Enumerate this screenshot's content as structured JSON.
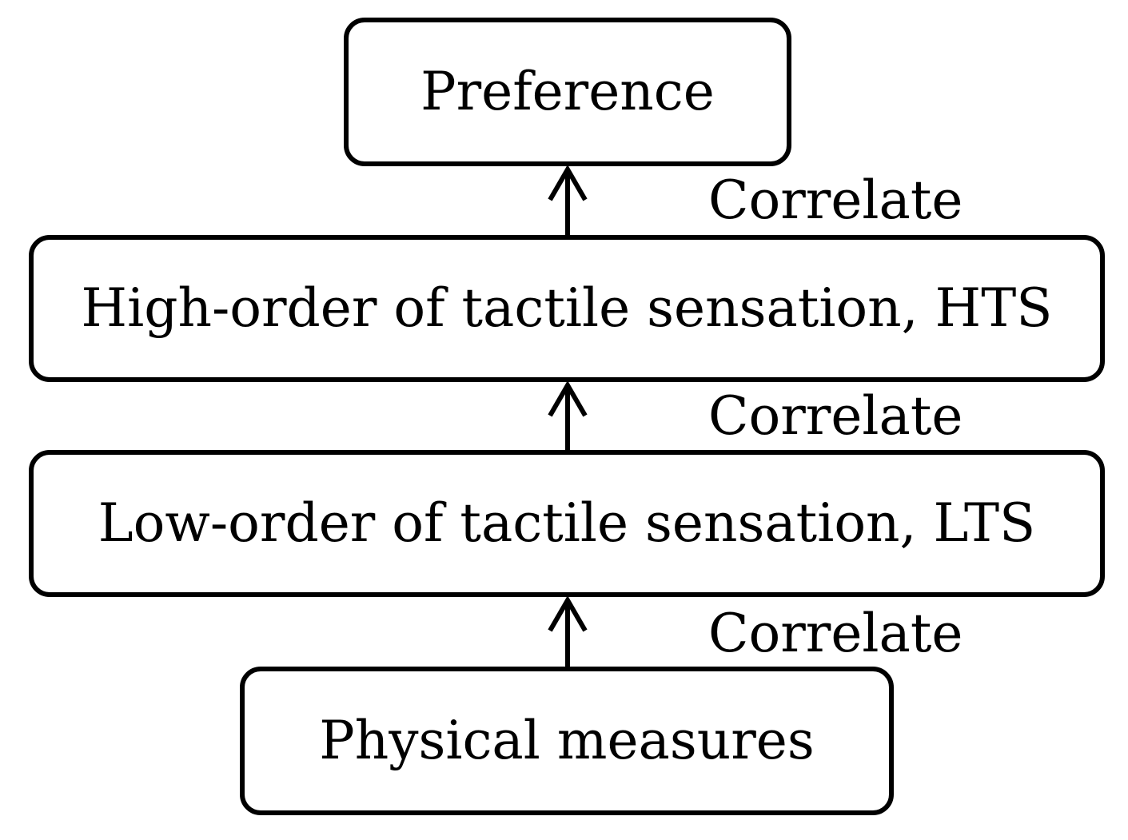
{
  "boxes": {
    "preference": "Preference",
    "hts": "High-order of tactile sensation, HTS",
    "lts": "Low-order of tactile sensation, LTS",
    "physical": "Physical measures"
  },
  "edges": [
    {
      "from": "physical",
      "to": "lts",
      "label": "Correlate"
    },
    {
      "from": "lts",
      "to": "hts",
      "label": "Correlate"
    },
    {
      "from": "hts",
      "to": "preference",
      "label": "Correlate"
    }
  ],
  "colors": {
    "stroke": "#000000",
    "background": "#ffffff"
  }
}
